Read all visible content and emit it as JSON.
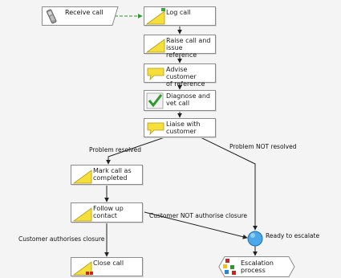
{
  "colors": {
    "background": "#f4f4f4",
    "node_border": "#8c8c8c",
    "task_icon": "#f5df3a",
    "connector": "#222222",
    "message_flow": "#2a9a2a",
    "gateway": "#4aa8e8"
  },
  "nodes": {
    "receive_call": "Receive call",
    "log_call": "Log call",
    "raise_call": "Raise call and\nissue reference",
    "advise": "Advise customer\nof reference",
    "diagnose": "Diagnose and\nvet call",
    "liaise": "Liaise with\ncustomer",
    "mark_completed": "Mark call as\ncompleted",
    "follow_up": "Follow up\ncontact",
    "close_call": "Close call",
    "escalation": "Escalation\nprocess",
    "ready_to_escalate": "Ready to escalate"
  },
  "flows": {
    "problem_resolved": "Problem resolved",
    "problem_not_resolved": "Problem NOT resolved",
    "customer_not_authorise": "Customer NOT authorise closure",
    "customer_authorises": "Customer authorises closure"
  },
  "icons": {
    "receive_call": "phone-icon",
    "log_call": "task-icon",
    "raise_call": "task-icon",
    "advise": "speech-bubble-icon",
    "diagnose": "checkmark-icon",
    "liaise": "speech-bubble-icon",
    "mark_completed": "task-icon",
    "follow_up": "task-icon",
    "close_call": "task-icon",
    "escalation": "subprocess-icon"
  }
}
